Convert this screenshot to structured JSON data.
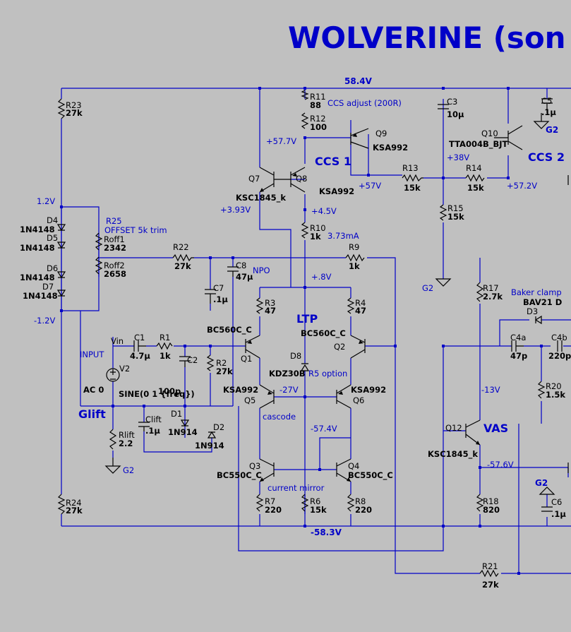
{
  "title": "WOLVERINE (son",
  "rails": {
    "top": "58.4V",
    "bottom": "-58.3V",
    "bias_pos": "1.2V",
    "bias_neg": "-1.2V"
  },
  "sections": {
    "ccs1": "CCS 1",
    "ccs2": "CCS 2",
    "ccs_adjust": "CCS adjust (200R)",
    "ltp": "LTP",
    "cascode": "cascode",
    "current_mirror": "current mirror",
    "vas": "VAS",
    "baker": "Baker clamp",
    "input": "INPUT",
    "glift": "Glift",
    "r5opt": "R5 option",
    "offset": "OFFSET 5k trim",
    "npo": "NPO",
    "current": "3.73mA"
  },
  "nets": {
    "v577": "+57.7V",
    "v57": "+57V",
    "v572": "+57.2V",
    "v38": "+38V",
    "v393": "+3.93V",
    "v45": "+4.5V",
    "v08": "+.8V",
    "vm27": "-27V",
    "vm574": "-57.4V",
    "vm13": "-13V",
    "vm576": "-57.6V",
    "g2a": "G2",
    "g2b": "G2",
    "g2c": "G2",
    "g2d": "G2"
  },
  "components": {
    "R23": {
      "name": "R23",
      "value": "27k"
    },
    "R24": {
      "name": "R24",
      "value": "27k"
    },
    "R11": {
      "name": "R11",
      "value": "88"
    },
    "R12": {
      "name": "R12",
      "value": "100"
    },
    "R13": {
      "name": "R13",
      "value": "15k"
    },
    "R14": {
      "name": "R14",
      "value": "15k"
    },
    "R15": {
      "name": "R15",
      "value": "15k"
    },
    "R10": {
      "name": "R10",
      "value": "1k"
    },
    "R9": {
      "name": "R9",
      "value": "1k"
    },
    "R22": {
      "name": "R22",
      "value": "27k"
    },
    "R25": {
      "name": "R25"
    },
    "Roff1": {
      "name": "Roff1",
      "value": "2342"
    },
    "Roff2": {
      "name": "Roff2",
      "value": "2658"
    },
    "R3": {
      "name": "R3",
      "value": "47"
    },
    "R4": {
      "name": "R4",
      "value": "47"
    },
    "R1": {
      "name": "R1",
      "value": "1k"
    },
    "R2": {
      "name": "R2",
      "value": "27k"
    },
    "R7": {
      "name": "R7",
      "value": "220"
    },
    "R6": {
      "name": "R6",
      "value": "15k"
    },
    "R8": {
      "name": "R8",
      "value": "220"
    },
    "R17": {
      "name": "R17",
      "value": "2.7k"
    },
    "R18": {
      "name": "R18",
      "value": "820"
    },
    "R20": {
      "name": "R20",
      "value": "1.5k"
    },
    "R21": {
      "name": "R21",
      "value": "27k"
    },
    "Rlift": {
      "name": "Rlift",
      "value": "2.2"
    },
    "C1": {
      "name": "C1",
      "value": "4.7µ"
    },
    "C2": {
      "name": "C2",
      "value": "100p"
    },
    "C3": {
      "name": "C3",
      "value": "10µ"
    },
    "C5": {
      "name": "C5",
      "value": ".1µ"
    },
    "C6": {
      "name": "C6",
      "value": ".1µ"
    },
    "C7": {
      "name": "C7",
      "value": ".1µ"
    },
    "C8": {
      "name": "C8",
      "value": "47µ"
    },
    "C4a": {
      "name": "C4a",
      "value": "47p"
    },
    "C4b": {
      "name": "C4b",
      "value": "220p"
    },
    "Clift": {
      "name": "Clift",
      "value": ".1µ"
    },
    "D1": {
      "name": "D1",
      "value": "1N914"
    },
    "D2": {
      "name": "D2",
      "value": "1N914"
    },
    "D3": {
      "name": "D3",
      "value": "BAV21 D"
    },
    "D4": {
      "name": "D4",
      "value": "1N4148"
    },
    "D5": {
      "name": "D5",
      "value": "1N4148"
    },
    "D6": {
      "name": "D6",
      "value": "1N4148"
    },
    "D7": {
      "name": "D7",
      "value": "1N4148"
    },
    "D8": {
      "name": "D8",
      "value": "KDZ30B"
    },
    "Q1": {
      "name": "Q1",
      "value": "BC560C_C"
    },
    "Q2": {
      "name": "Q2",
      "value": "BC560C_C"
    },
    "Q3": {
      "name": "Q3",
      "value": "BC550C_C"
    },
    "Q4": {
      "name": "Q4",
      "value": "BC550C_C"
    },
    "Q5": {
      "name": "Q5",
      "value": "KSA992"
    },
    "Q6": {
      "name": "Q6",
      "value": "KSA992"
    },
    "Q7": {
      "name": "Q7",
      "value": "KSC1845_k"
    },
    "Q8": {
      "name": "Q8",
      "value": "KSA992"
    },
    "Q9": {
      "name": "Q9",
      "value": "KSA992"
    },
    "Q10": {
      "name": "Q10",
      "value": "TTA004B_BJT"
    },
    "Q12": {
      "name": "Q12",
      "value": "KSC1845_k"
    },
    "V2": {
      "name": "V2",
      "ac": "AC 0",
      "src": "SINE(0 1 {freq})",
      "node": "Vin"
    }
  }
}
